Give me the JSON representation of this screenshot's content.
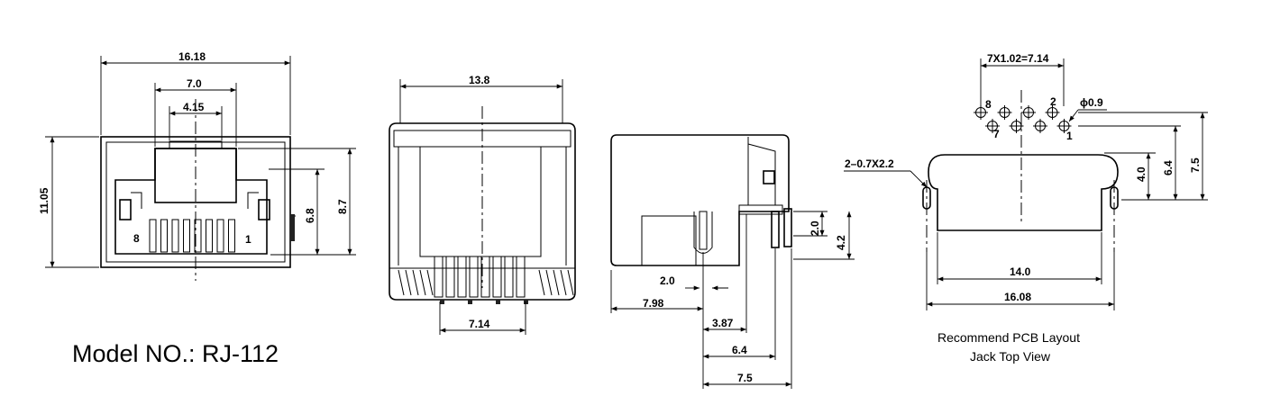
{
  "title": "Model NO.: RJ-112",
  "front_view": {
    "width_overall": "16.18",
    "width_mid": "7.0",
    "width_key": "4.15",
    "height_overall": "11.05",
    "height_a": "6.8",
    "height_b": "8.7",
    "pin_left": "8",
    "pin_right": "1"
  },
  "back_view": {
    "width_top": "13.8",
    "pin_span": "7.14"
  },
  "side_view": {
    "dim_2_0_left": "2.0",
    "dim_7_98": "7.98",
    "dim_3_87": "3.87",
    "dim_6_4": "6.4",
    "dim_7_5": "7.5",
    "dim_2_0_right": "2.0",
    "dim_4_2": "4.2"
  },
  "pcb_layout": {
    "pitch_label": "7X1.02=7.14",
    "hole_dia": "ϕ0.9",
    "pin8": "8",
    "pin7": "7",
    "pin2": "2",
    "pin1": "1",
    "slot_label": "2–0.7X2.2",
    "dim_4_0": "4.0",
    "dim_6_4": "6.4",
    "dim_7_5": "7.5",
    "dim_14_0": "14.0",
    "dim_16_08": "16.08",
    "caption_line1": "Recommend PCB Layout",
    "caption_line2": "Jack Top View"
  }
}
